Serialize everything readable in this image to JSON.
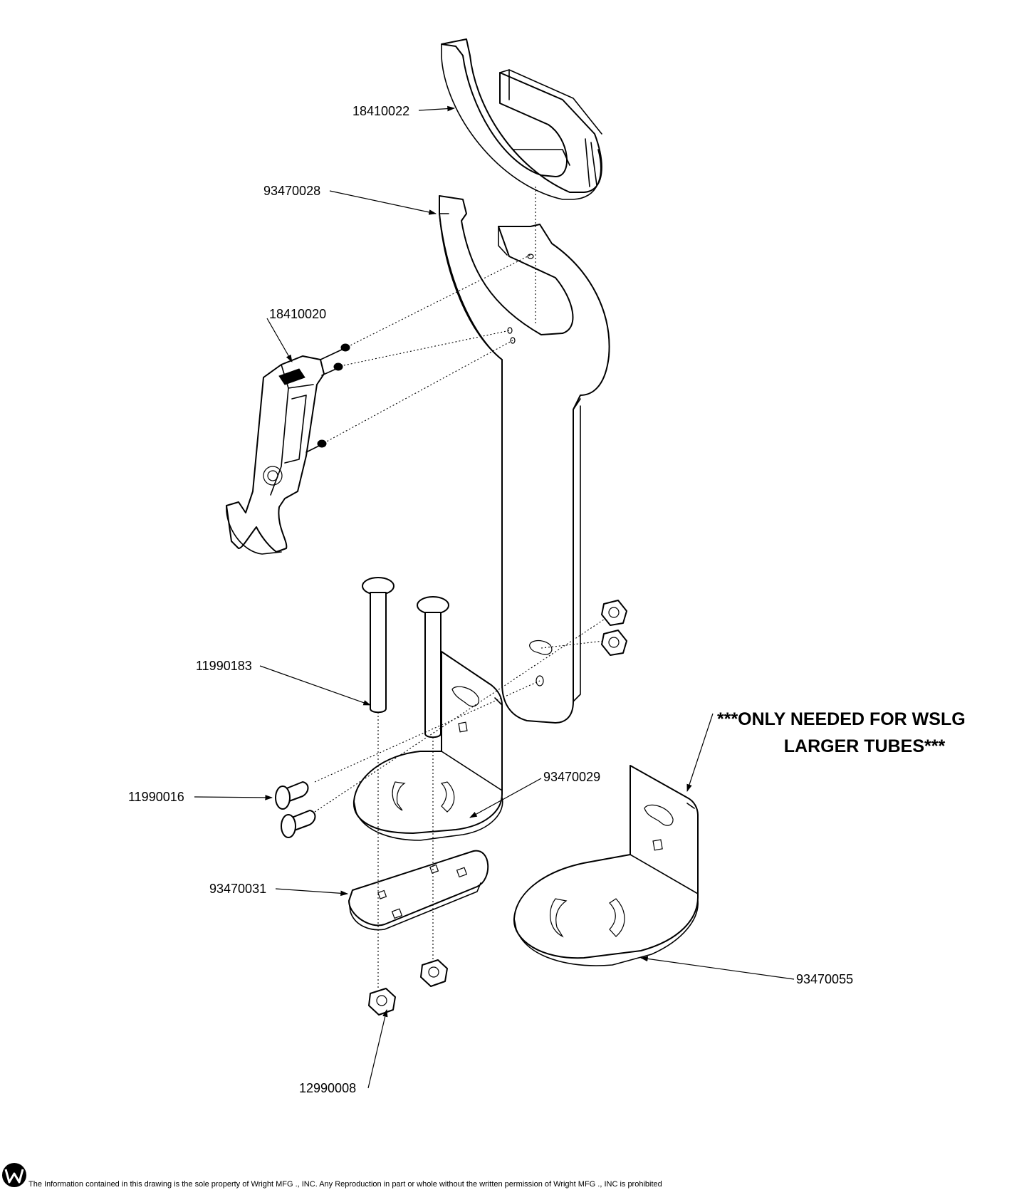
{
  "parts": {
    "p18410022": "18410022",
    "p93470028": "93470028",
    "p18410020": "18410020",
    "p11990183": "11990183",
    "p11990016": "11990016",
    "p93470029": "93470029",
    "p93470031": "93470031",
    "p93470055": "93470055",
    "p12990008": "12990008"
  },
  "note": {
    "line1": "***ONLY NEEDED FOR WSLG",
    "line2": "LARGER TUBES***"
  },
  "footer": {
    "text": "The Information contained in this drawing is the sole property of Wright MFG ., INC. Any Reproduction in part or whole without the written permission of Wright MFG ., INC is prohibited"
  }
}
